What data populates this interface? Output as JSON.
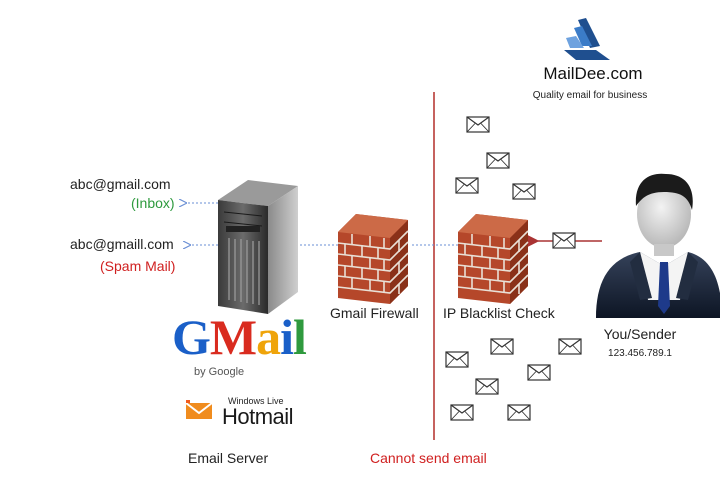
{
  "brand": {
    "name": "MailDee.com",
    "tagline": "Quality email for business"
  },
  "inbox": {
    "address": "abc@gmail.com",
    "label": "(Inbox)"
  },
  "spam": {
    "address": "abc@gmaill.com",
    "label": "(Spam Mail)"
  },
  "firewalls": {
    "gmail": "Gmail Firewall",
    "blacklist": "IP Blacklist Check"
  },
  "sender": {
    "name": "You/Sender",
    "ip": "123.456.789.1"
  },
  "providers": {
    "gmail_by": "by Google",
    "hotmail_prefix": "Windows Live",
    "hotmail": "Hotmail"
  },
  "captions": {
    "server": "Email Server",
    "blocked": "Cannot send email"
  },
  "colors": {
    "inbox_green": "#2e9a3e",
    "spam_red": "#d02020",
    "divider": "#c0504d",
    "arrow_blue": "#6a8fd4",
    "brick": "#b5472a"
  }
}
